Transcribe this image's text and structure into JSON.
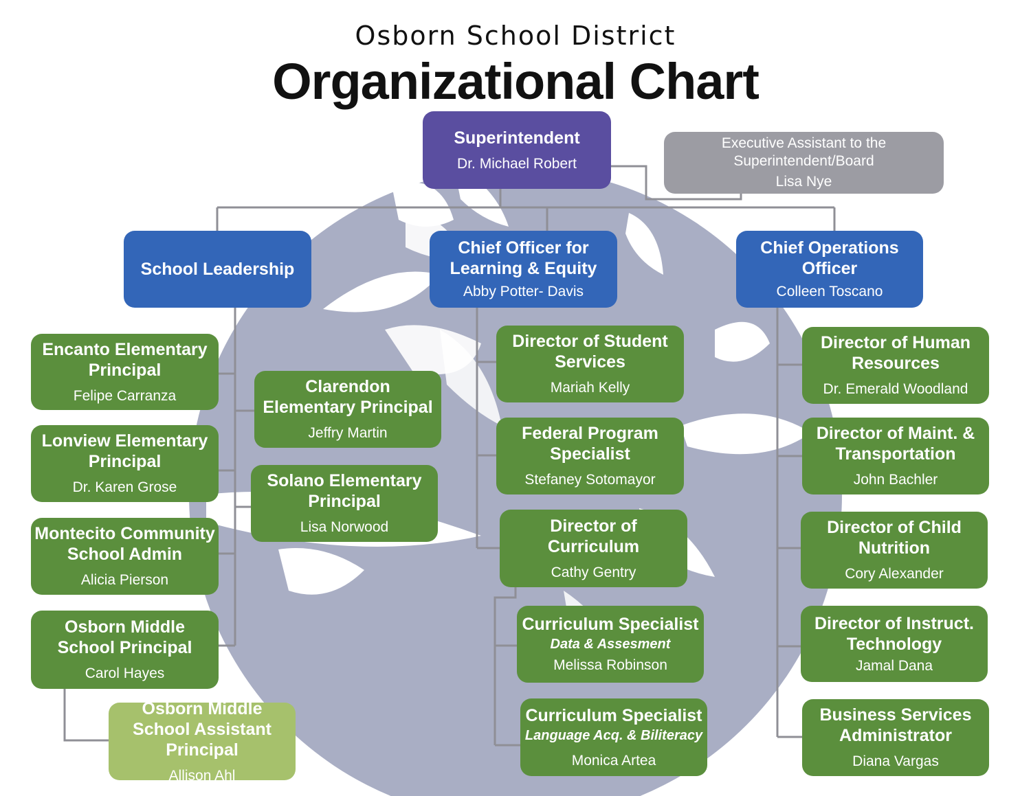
{
  "header": {
    "subtitle": "Osborn School District",
    "title": "Organizational Chart"
  },
  "colors": {
    "superintendent": "#5a4ea0",
    "assistant": "#9c9ca3",
    "department_head": "#3366b8",
    "staff": "#5b8f3d",
    "assistant_principal": "#a6c16c",
    "connector": "#8f8f96",
    "background_logo": "#a9aec4"
  },
  "superintendent": {
    "title": "Superintendent",
    "name": "Dr. Michael Robert"
  },
  "executive_assistant": {
    "title": "Executive Assistant to the Superintendent/Board",
    "name": "Lisa Nye"
  },
  "school_leadership": {
    "title": "School Leadership",
    "encanto": {
      "title": "Encanto Elementary Principal",
      "name": "Felipe Carranza"
    },
    "lonview": {
      "title": "Lonview Elementary Principal",
      "name": "Dr. Karen Grose"
    },
    "montecito": {
      "title": "Montecito Community School Admin",
      "name": "Alicia Pierson"
    },
    "osborn_middle": {
      "title": "Osborn Middle School Principal",
      "name": "Carol Hayes"
    },
    "osborn_assistant": {
      "title": "Osborn Middle School Assistant Principal",
      "name": "Allison Ahl"
    },
    "clarendon": {
      "title": "Clarendon Elementary Principal",
      "name": "Jeffry Martin"
    },
    "solano": {
      "title": "Solano Elementary Principal",
      "name": "Lisa Norwood"
    }
  },
  "learning_equity": {
    "title": "Chief Officer for Learning & Equity",
    "name": "Abby Potter- Davis",
    "student_services": {
      "title": "Director of Student Services",
      "name": "Mariah Kelly"
    },
    "federal_program": {
      "title": "Federal Program Specialist",
      "name": "Stefaney Sotomayor"
    },
    "curriculum": {
      "title": "Director of Curriculum",
      "name": "Cathy Gentry"
    },
    "curr_data": {
      "title": "Curriculum Specialist",
      "subtitle": "Data & Assesment",
      "name": "Melissa Robinson"
    },
    "curr_language": {
      "title": "Curriculum Specialist",
      "subtitle": "Language Acq. & Biliteracy",
      "name": "Monica Artea"
    }
  },
  "operations": {
    "title": "Chief Operations Officer",
    "name": "Colleen Toscano",
    "human_resources": {
      "title": "Director of Human Resources",
      "name": "Dr. Emerald Woodland"
    },
    "maintenance": {
      "title": "Director of Maint. & Transportation",
      "name": "John Bachler"
    },
    "child_nutrition": {
      "title": "Director of Child Nutrition",
      "name": "Cory Alexander"
    },
    "instructional_tech": {
      "title": "Director of Instruct. Technology",
      "name": "Jamal Dana"
    },
    "business_services": {
      "title": "Business Services Administrator",
      "name": "Diana Vargas"
    }
  }
}
